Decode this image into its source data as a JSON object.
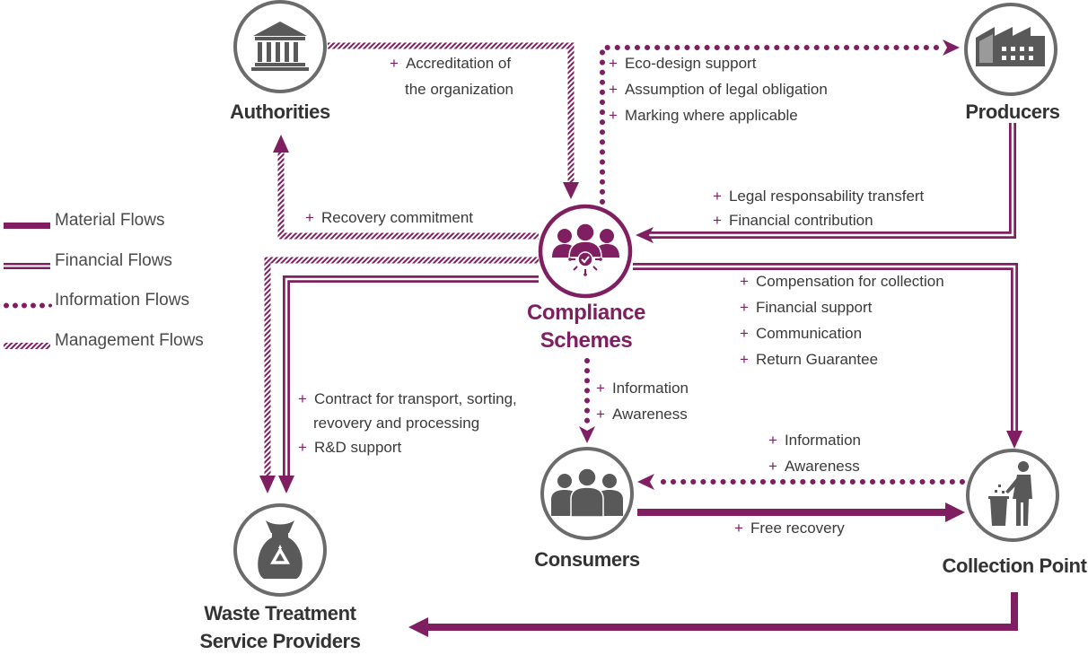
{
  "nodes": {
    "authorities": "Authorities",
    "producers": "Producers",
    "compliance_line1": "Compliance",
    "compliance_line2": "Schemes",
    "consumers": "Consumers",
    "collection_point": "Collection Point",
    "waste_line1": "Waste Treatment",
    "waste_line2": "Service Providers"
  },
  "legend": [
    {
      "label": "Material Flows",
      "style": "material"
    },
    {
      "label": "Financial Flows",
      "style": "financial"
    },
    {
      "label": "Information Flows",
      "style": "information"
    },
    {
      "label": "Management Flows",
      "style": "management"
    }
  ],
  "annotations": {
    "authorities_to_schemes": [
      "Accreditation of",
      "the organization"
    ],
    "schemes_to_producers": [
      "Eco-design support",
      "Assumption of legal obligation",
      "Marking where applicable"
    ],
    "producers_to_schemes": [
      "Legal responsability transfert",
      "Financial contribution"
    ],
    "schemes_to_authorities": [
      "Recovery commitment"
    ],
    "schemes_to_collection": [
      "Compensation for collection",
      "Financial support",
      "Communication",
      "Return Guarantee"
    ],
    "schemes_to_waste": [
      "Contract for transport, sorting,",
      "revovery and processing",
      "R&D support"
    ],
    "schemes_to_consumers": [
      "Information",
      "Awareness"
    ],
    "collection_to_consumers": [
      "Information",
      "Awareness"
    ],
    "consumers_to_collection": [
      "Free recovery"
    ]
  },
  "colors": {
    "accent": "#7f1f62",
    "icon": "#595959",
    "circle": "#6b6b6b"
  }
}
